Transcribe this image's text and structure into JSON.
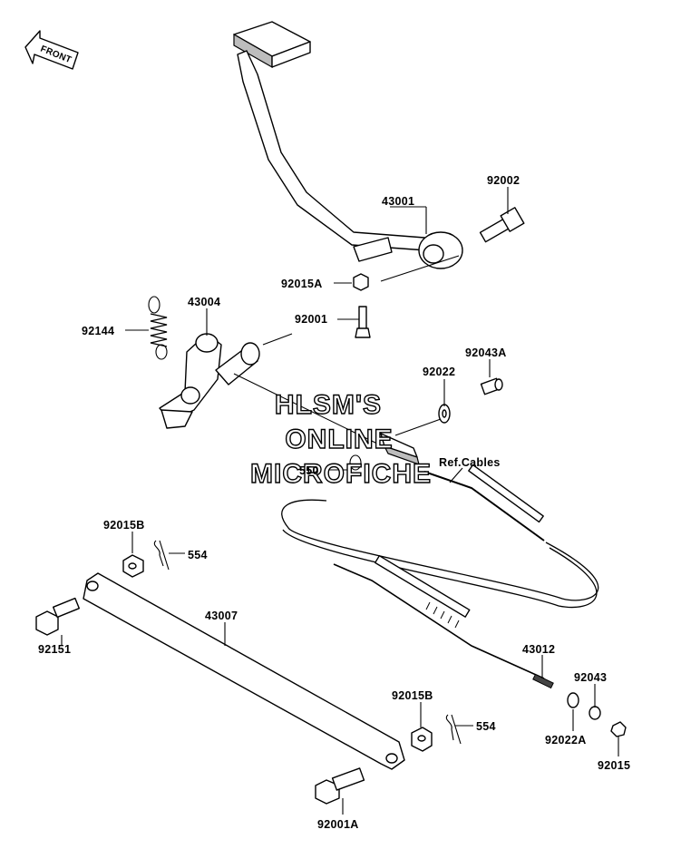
{
  "badge": {
    "front_label": "FRONT",
    "icon": "front-arrow-icon"
  },
  "watermark": {
    "line1": "HLSM'S",
    "line2": "ONLINE",
    "line3": "MICROFICHE"
  },
  "callouts": {
    "c43001": "43001",
    "c92002": "92002",
    "c92015A": "92015A",
    "c43004": "43004",
    "c92001": "92001",
    "c92144": "92144",
    "c92043A": "92043A",
    "c92022": "92022",
    "c550": "550",
    "ref_cables": "Ref.Cables",
    "c92015B_top": "92015B",
    "c554_top": "554",
    "c43007": "43007",
    "c92151": "92151",
    "c43012": "43012",
    "c92043": "92043",
    "c92015B_bottom": "92015B",
    "c554_bottom": "554",
    "c92022A": "92022A",
    "c92015": "92015",
    "c92001A": "92001A"
  }
}
